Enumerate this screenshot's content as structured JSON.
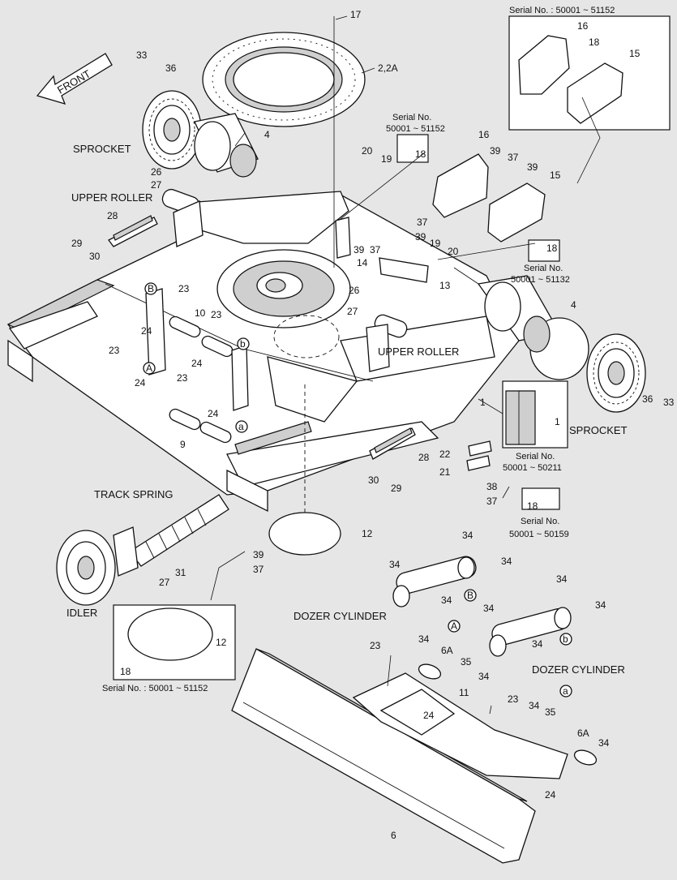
{
  "colors": {
    "background": "#e6e6e6",
    "line": "#111111",
    "fill": "#ffffff"
  },
  "labels": {
    "front": "FRONT",
    "sprocket_left": "SPROCKET",
    "sprocket_right": "SPROCKET",
    "upper_roller_left": "UPPER ROLLER",
    "upper_roller_center": "UPPER ROLLER",
    "track_spring": "TRACK SPRING",
    "idler": "IDLER",
    "dozer_cylinder_left": "DOZER CYLINDER",
    "dozer_cylinder_right": "DOZER CYLINDER"
  },
  "serials": {
    "top_right": "Serial No. : 50001 ~ 51152",
    "center_line1": "Serial No.",
    "center_line2": "50001 ~ 51152",
    "right_line1": "Serial No.",
    "right_line2": "50001 ~ 51132",
    "frame_line1": "Serial No.",
    "frame_line2": "50001 ~ 50211",
    "plug_line1": "Serial No.",
    "plug_line2": "50001 ~ 50159",
    "bottom_left": "Serial No. : 50001 ~ 51152"
  },
  "circled": {
    "A": "A",
    "B": "B",
    "a": "a",
    "b": "b"
  },
  "callouts": {
    "c17": "17",
    "c2": "2,2A",
    "c33a": "33",
    "c36a": "36",
    "c4a": "4",
    "c26a": "26",
    "c27a": "27",
    "c28a": "28",
    "c29a": "29",
    "c30a": "30",
    "c20a": "20",
    "c19a": "19",
    "c18a": "18",
    "c16a": "16",
    "c39a": "39",
    "c37a": "37",
    "c39b": "39",
    "c15a": "15",
    "c16b": "16",
    "c18b": "18",
    "c15b": "15",
    "c37b": "37",
    "c39c": "39",
    "c39d": "39",
    "c37c": "37",
    "c14": "14",
    "c13": "13",
    "c19b": "19",
    "c20b": "20",
    "c18c": "18",
    "c23a": "23",
    "c10": "10",
    "c23b": "23",
    "c24a": "24",
    "c23c": "23",
    "c24b": "24",
    "c24c": "24",
    "c23d": "23",
    "c24d": "24",
    "c9": "9",
    "c26b": "26",
    "c27b": "27",
    "c4b": "4",
    "c1a": "1",
    "c1b": "1",
    "c36b": "36",
    "c33b": "33",
    "c22": "22",
    "c21": "21",
    "c38": "38",
    "c37d": "37",
    "c18d": "18",
    "c28b": "28",
    "c30b": "30",
    "c29b": "29",
    "c12a": "12",
    "c39e": "39",
    "c37e": "37",
    "c27c": "27",
    "c31": "31",
    "c12b": "12",
    "c18e": "18",
    "c34a": "34",
    "c34b": "34",
    "c34c": "34",
    "c34d": "34",
    "c34e": "34",
    "c34f": "34",
    "c34g": "34",
    "c34h": "34",
    "c34i": "34",
    "c34j": "34",
    "c34k": "34",
    "c34l": "34",
    "c6Aa": "6A",
    "c35a": "35",
    "c11": "11",
    "c23e": "23",
    "c23f": "23",
    "c24e": "24",
    "c6Ab": "6A",
    "c35b": "35",
    "c24f": "24",
    "c6": "6"
  }
}
